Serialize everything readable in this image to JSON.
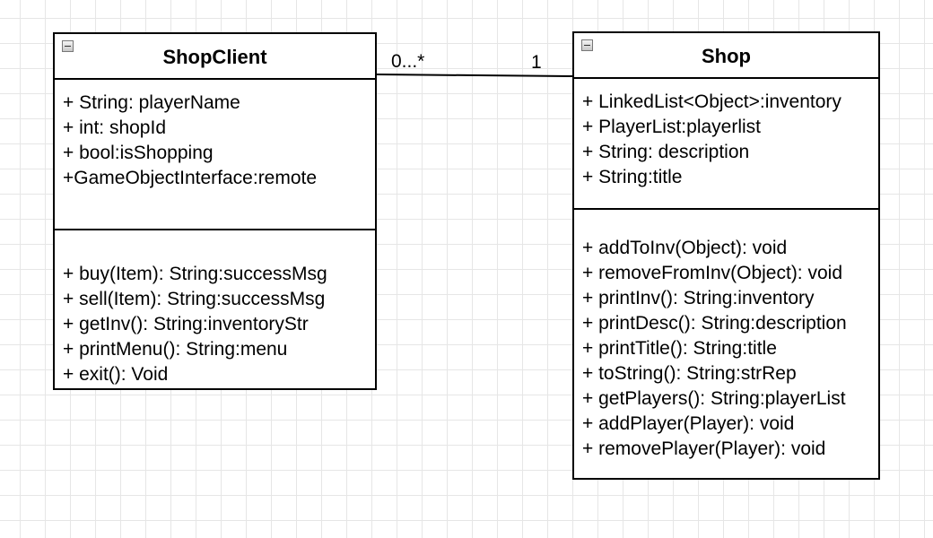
{
  "association": {
    "source_multiplicity": "0...*",
    "target_multiplicity": "1"
  },
  "classes": {
    "shopclient": {
      "name": "ShopClient",
      "attributes": [
        "+ String: playerName",
        "+ int: shopId",
        "+ bool:isShopping",
        "+GameObjectInterface:remote"
      ],
      "methods": [
        "+ buy(Item): String:successMsg",
        "+ sell(Item): String:successMsg",
        "+ getInv(): String:inventoryStr",
        "+ printMenu(): String:menu",
        "+ exit(): Void"
      ]
    },
    "shop": {
      "name": "Shop",
      "attributes": [
        "+ LinkedList<Object>:inventory",
        "+ PlayerList:playerlist",
        "+ String: description",
        "+ String:title"
      ],
      "methods": [
        "+ addToInv(Object): void",
        "+ removeFromInv(Object): void",
        "+ printInv(): String:inventory",
        "+ printDesc(): String:description",
        "+ printTitle(): String:title",
        "+ toString(): String:strRep",
        "+ getPlayers(): String:playerList",
        "+ addPlayer(Player): void",
        "+ removePlayer(Player): void"
      ]
    }
  }
}
